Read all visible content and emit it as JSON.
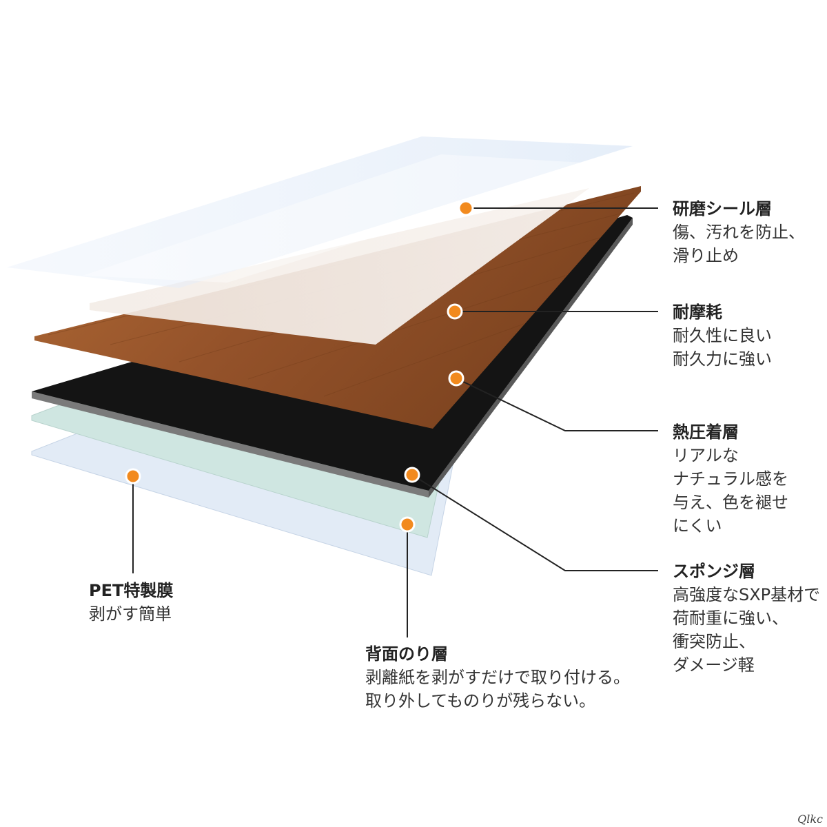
{
  "colors": {
    "wood": "#9a5a2c",
    "sponge": "#141414",
    "adhesive": "#cfe6e1",
    "pet": "#e2ebf6",
    "coating": "#edf3fb",
    "marker": "#f28a1e",
    "leader": "#222222"
  },
  "layers": [
    {
      "id": "sealing",
      "title": "研磨シール層",
      "desc": [
        "傷、汚れを防止、",
        "滑り止め"
      ]
    },
    {
      "id": "wear",
      "title": "耐摩耗",
      "desc": [
        "耐久性に良い",
        "耐久力に強い"
      ]
    },
    {
      "id": "thermal",
      "title": "熱圧着層",
      "desc": [
        "リアルな",
        "ナチュラル感を",
        "与え、色を褪せ",
        "にくい"
      ]
    },
    {
      "id": "sponge",
      "title": "スポンジ層",
      "desc": [
        "高強度なSXP基材で",
        "荷耐重に強い、",
        "衝突防止、",
        "ダメージ軽"
      ]
    },
    {
      "id": "pet",
      "title": "PET特製膜",
      "desc": [
        "剥がす簡単"
      ]
    },
    {
      "id": "back",
      "title": "背面のり層",
      "desc": [
        "剥離紙を剥がすだけで取り付ける。",
        "取り外してものりが残らない。"
      ]
    }
  ],
  "watermark": "Qlkc"
}
